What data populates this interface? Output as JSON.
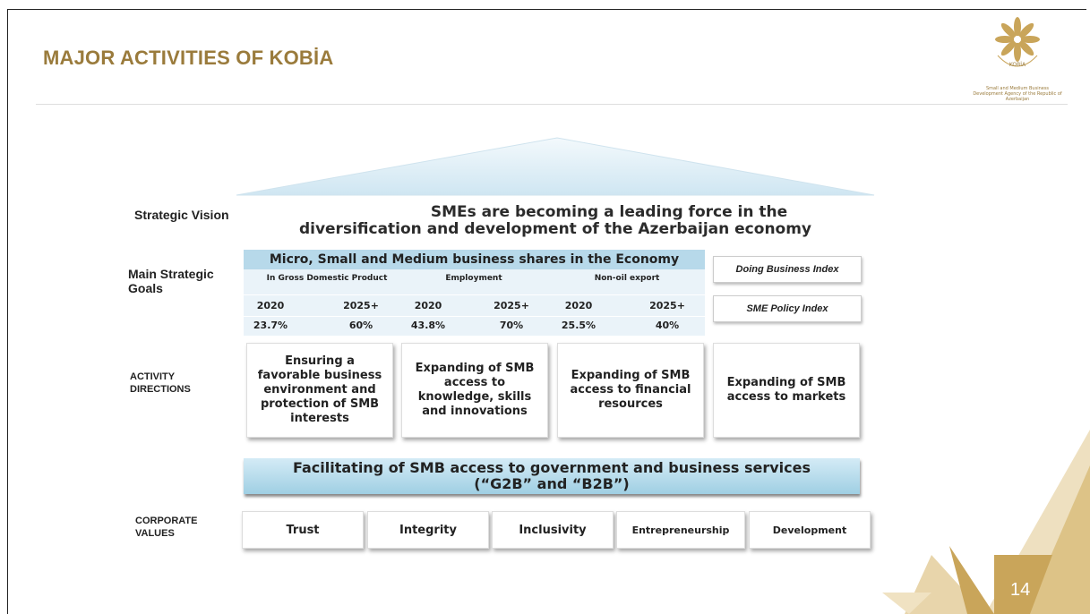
{
  "header": {
    "title": "MAJOR ACTIVITIES OF KOBİA",
    "logo_name": "KOBİA",
    "logo_caption": "Small and Medium Business Development Agency of the Republic of Azerbaijan"
  },
  "labels": {
    "strategic_vision": "Strategic Vision",
    "main_goals": "Main Strategic Goals",
    "activity_directions": "ACTIVITY DIRECTIONS",
    "corporate_values": "CORPORATE VALUES"
  },
  "vision": {
    "line1": "SMEs are becoming a leading force in the",
    "line2": "diversification and development of the Azerbaijan economy"
  },
  "goals": {
    "heading": "Micro, Small and Medium business shares in the Economy",
    "categories": [
      "In Gross Domestic Product",
      "Employment",
      "Non-oil export"
    ],
    "years": [
      "2020",
      "2025+",
      "2020",
      "2025+",
      "2020",
      "2025+"
    ],
    "values": [
      "23.7%",
      "60%",
      "43.8%",
      "70%",
      "25.5%",
      "40%"
    ]
  },
  "indices": [
    "Doing Business Index",
    "SME Policy Index"
  ],
  "activities": [
    "Ensuring a favorable business environment and protection of SMB interests",
    "Expanding of SMB access to knowledge, skills and innovations",
    "Expanding of SMB access to financial resources",
    "Expanding of SMB access to markets"
  ],
  "facilitation": {
    "line1": "Facilitating of SMB access to government and business services",
    "line2": "(“G2B” and “B2B”)"
  },
  "values": [
    "Trust",
    "Integrity",
    "Inclusivity",
    "Entrepreneurship",
    "Development"
  ],
  "page_number": "14",
  "colors": {
    "title_gold": "#9a7b3c",
    "goals_header_blue": "#b7d9ea",
    "goals_body_blue": "#eaf3f9",
    "facilitation_blue": "#9fcfe3",
    "decor_gold": "#c9a55a"
  }
}
